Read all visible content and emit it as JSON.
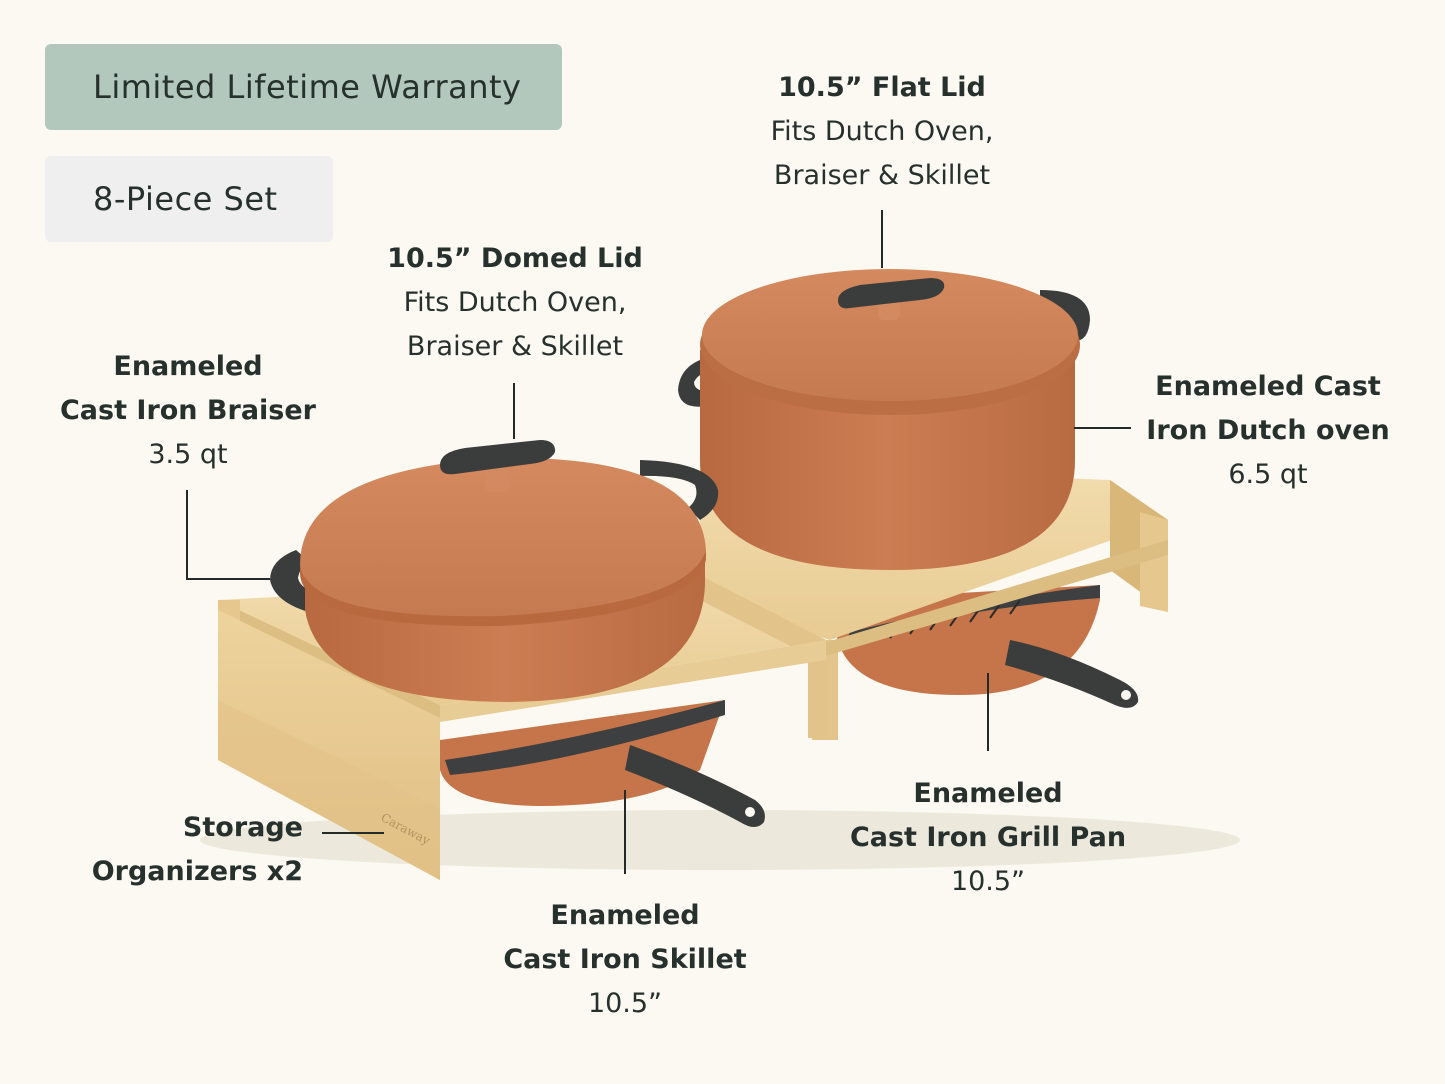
{
  "badges": {
    "warranty": "Limited Lifetime Warranty",
    "set": "8-Piece Set"
  },
  "labels": {
    "flat_lid": {
      "title": "10.5” Flat Lid",
      "line1": "Fits Dutch Oven,",
      "line2": "Braiser & Skillet"
    },
    "domed_lid": {
      "title": "10.5” Domed Lid",
      "line1": "Fits Dutch Oven,",
      "line2": "Braiser & Skillet"
    },
    "braiser": {
      "title1": "Enameled",
      "title2": "Cast Iron Braiser",
      "size": "3.5 qt"
    },
    "dutch_oven": {
      "title1": "Enameled Cast",
      "title2": "Iron Dutch oven",
      "size": "6.5 qt"
    },
    "organizers": {
      "title1": "Storage",
      "title2": "Organizers x2"
    },
    "grill_pan": {
      "title1": "Enameled",
      "title2": "Cast Iron Grill Pan",
      "size": "10.5”"
    },
    "skillet": {
      "title1": "Enameled",
      "title2": "Cast Iron Skillet",
      "size": "10.5”"
    }
  },
  "brand_mark": "Caraway",
  "colors": {
    "background": "#fbf9f2",
    "terracotta": "#c77a50",
    "handle": "#3b3d3d",
    "wood": "#e9cf9a",
    "warranty_badge": "#b3c8bd",
    "set_badge": "#efefef"
  }
}
